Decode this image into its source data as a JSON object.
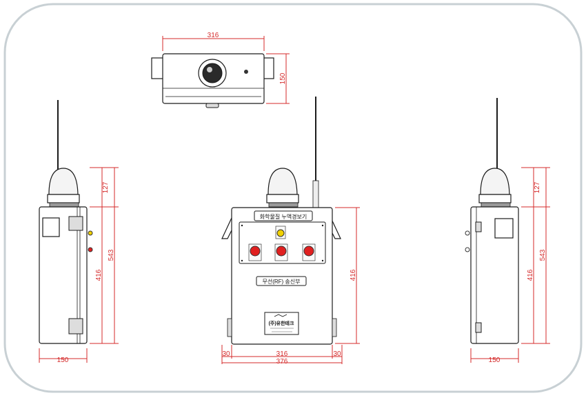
{
  "panel": {
    "title": "화학물질 누액경보기",
    "subtitle": "무선(RF) 송신부",
    "logo_text": "(주)유한테크"
  },
  "dimensions": {
    "top_width": "316",
    "top_depth": "150",
    "height_beacon": "127",
    "height_total": "543",
    "height_body": "416",
    "side_width": "150",
    "flange_left": "30",
    "flange_right": "30",
    "front_width": "316",
    "overall_width": "376"
  },
  "colors": {
    "dimension": "#d42a2a",
    "lamp_red": "#e02020",
    "lamp_yellow": "#f0d000",
    "outline": "#1a1a1a"
  }
}
